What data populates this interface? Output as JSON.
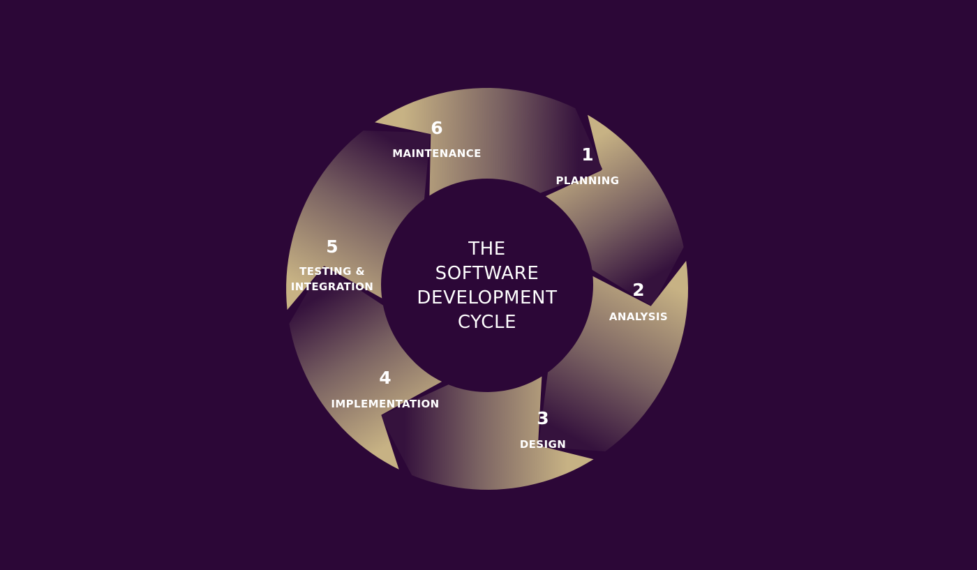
{
  "background_color": "#2c0737",
  "segment_colors": {
    "gold": "#c7b284",
    "dark": "#35123d"
  },
  "center": {
    "title_lines": [
      "THE",
      "SOFTWARE",
      "DEVELOPMENT",
      "CYCLE"
    ]
  },
  "stages": [
    {
      "number": "1",
      "label_lines": [
        "PLANNING"
      ]
    },
    {
      "number": "2",
      "label_lines": [
        "ANALYSIS"
      ]
    },
    {
      "number": "3",
      "label_lines": [
        "DESIGN"
      ]
    },
    {
      "number": "4",
      "label_lines": [
        "IMPLEMENTATION"
      ]
    },
    {
      "number": "5",
      "label_lines": [
        "TESTING &",
        "INTEGRATION"
      ]
    },
    {
      "number": "6",
      "label_lines": [
        "MAINTENANCE"
      ]
    }
  ]
}
